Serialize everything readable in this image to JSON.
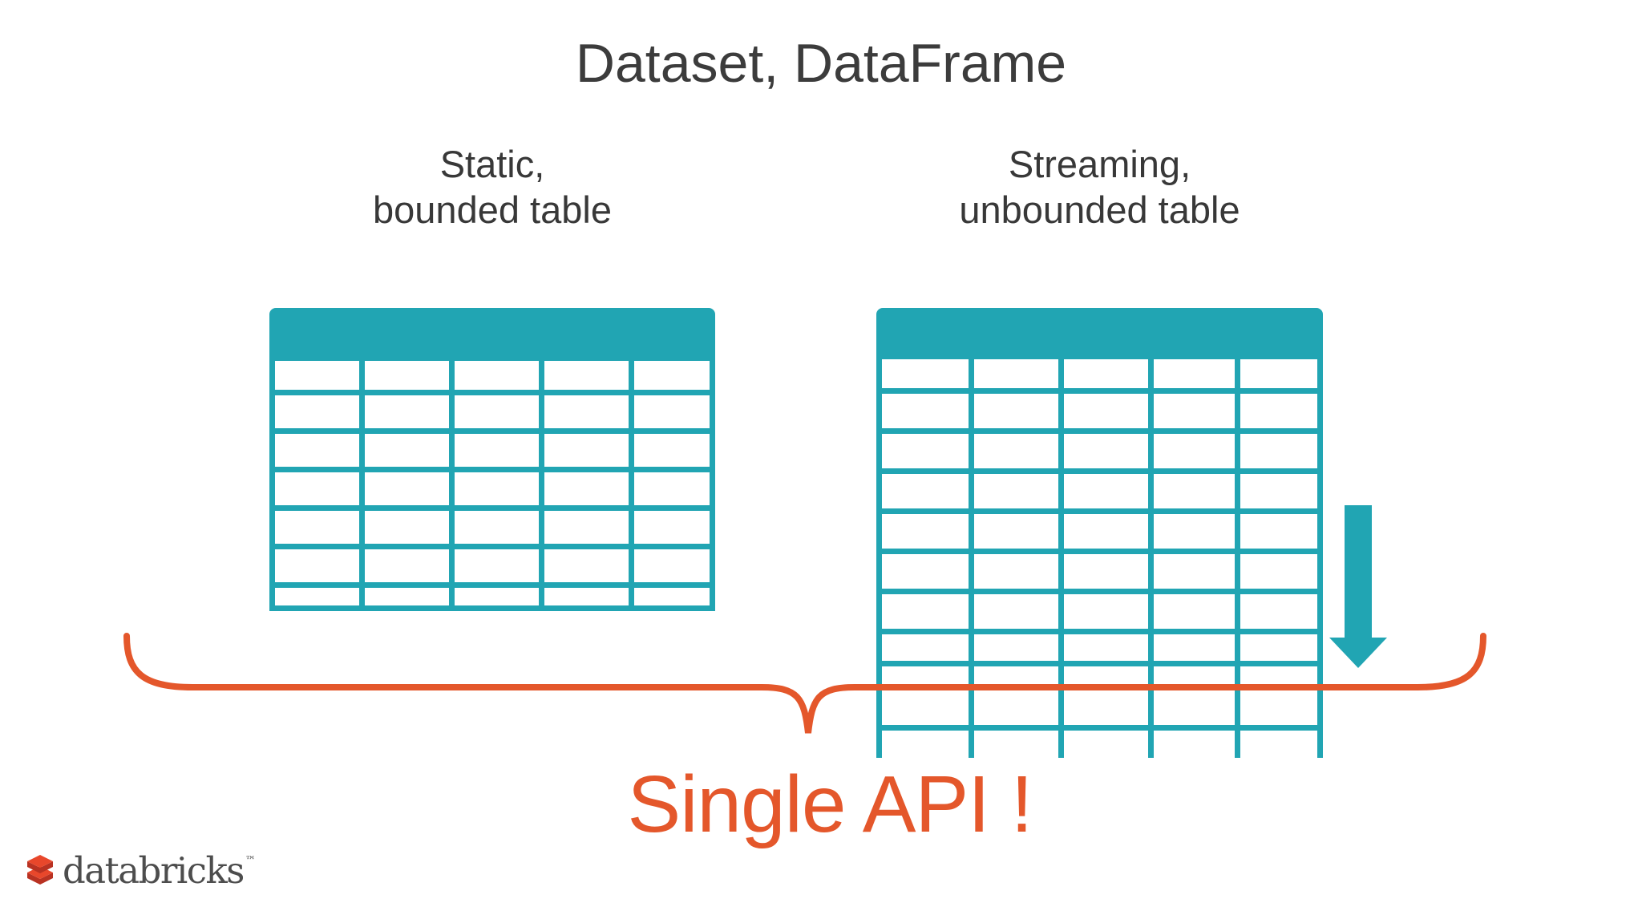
{
  "title": "Dataset, DataFrame",
  "static_table": {
    "label_line1": "Static,",
    "label_line2": "bounded table"
  },
  "streaming_table": {
    "label_line1": "Streaming,",
    "label_line2": "unbounded table"
  },
  "caption": "Single API !",
  "logo": {
    "wordmark": "databricks",
    "trademark": "™"
  },
  "icons": {
    "arrow": "arrow-down-icon",
    "brace": "curly-brace",
    "logo": "databricks-bricks-icon"
  },
  "colors": {
    "teal": "#21A5B3",
    "orange": "#E4572B",
    "title_color": "#3C3C3C",
    "label_color": "#383838",
    "logo_top_red": "#E8472B",
    "logo_front_red": "#B93222",
    "logo_text_color": "#4D4D4D"
  }
}
